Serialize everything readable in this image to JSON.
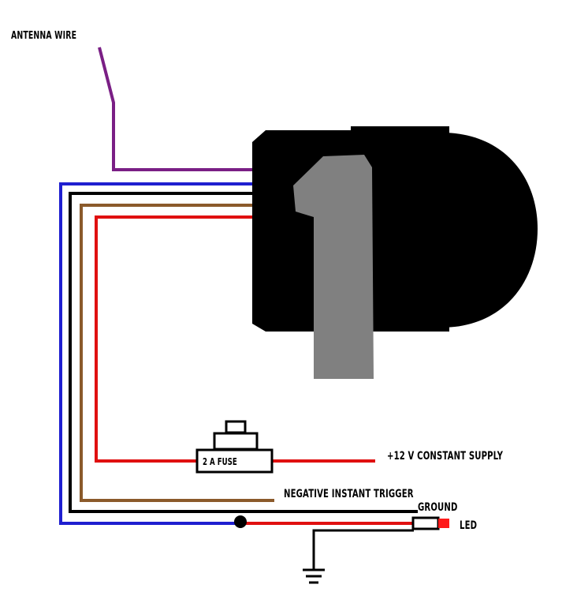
{
  "labels": {
    "antenna": "ANTENNA WIRE",
    "supply": "+12 V CONSTANT SUPPLY",
    "trigger": "NEGATIVE INSTANT TRIGGER",
    "ground": "GROUND",
    "led": "LED",
    "fuse": "2 A FUSE"
  },
  "wire_colors": {
    "antenna": "#7a1f85",
    "blue": "#1f1fd0",
    "black": "#000000",
    "brown": "#8b5a2b",
    "red": "#e01010",
    "device": "#000000",
    "handle": "#808080",
    "led": "#ff1a1a"
  }
}
